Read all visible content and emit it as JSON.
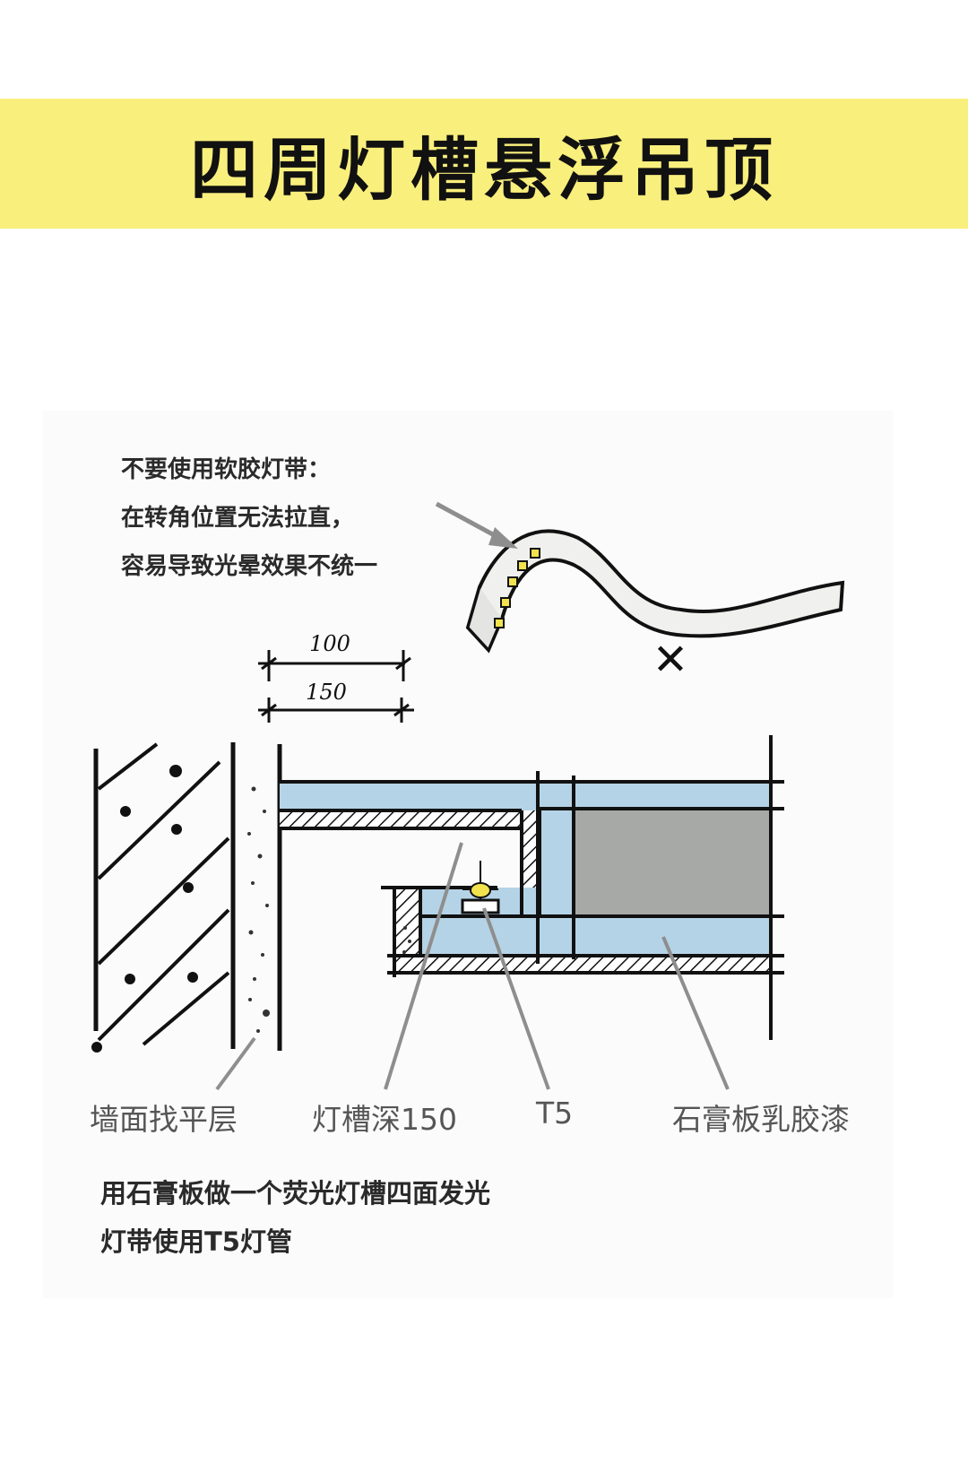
{
  "header": {
    "title": "四周灯槽悬浮吊顶"
  },
  "warning": {
    "lines": [
      "不要使用软胶灯带：",
      "在转角位置无法拉直，",
      "容易导致光晕效果不统一"
    ]
  },
  "dimensions": {
    "inner": "100",
    "outer": "150"
  },
  "reject_mark": "✕",
  "labels": {
    "wall_leveling": "墙面找平层",
    "slot_depth": "灯槽深150",
    "lamp": "T5",
    "gypsum": "石膏板乳胶漆"
  },
  "note": {
    "lines": [
      "用石膏板做一个荧光灯槽四面发光",
      "灯带使用T5灯管"
    ]
  },
  "colors": {
    "banner": "#f9ef7c",
    "board_blue": "#b5d3e6",
    "ceiling_gray": "#a7a9a7",
    "led_yellow": "#f2e24e"
  }
}
